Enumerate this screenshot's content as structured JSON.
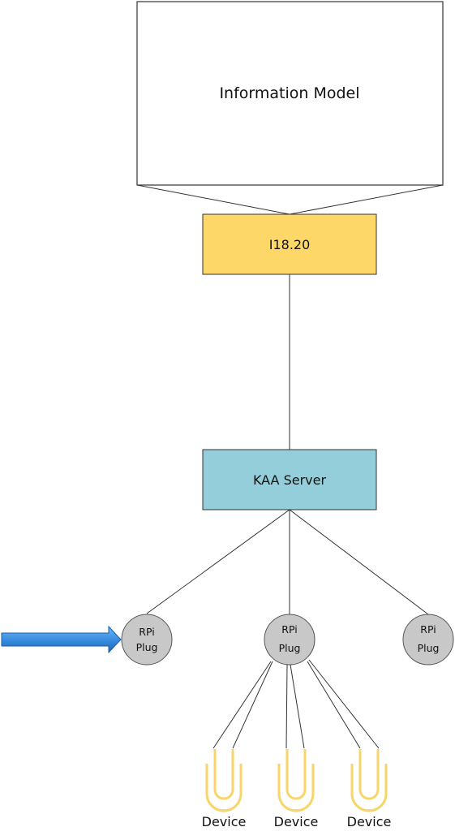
{
  "information_model": {
    "label": "Information Model"
  },
  "converter": {
    "label": "I18.20",
    "fill": "#FDD868"
  },
  "server": {
    "label": "KAA Server",
    "fill": "#93CEDA"
  },
  "plugs": [
    {
      "line1": "RPi",
      "line2": "Plug"
    },
    {
      "line1": "RPi",
      "line2": "Plug"
    },
    {
      "line1": "RPi",
      "line2": "Plug"
    }
  ],
  "devices": [
    {
      "label": "Device"
    },
    {
      "label": "Device"
    },
    {
      "label": "Device"
    }
  ],
  "colors": {
    "plug_fill": "#C8C8C8",
    "device_icon": "#F7D56A",
    "arrow": "#3A8FE0"
  }
}
